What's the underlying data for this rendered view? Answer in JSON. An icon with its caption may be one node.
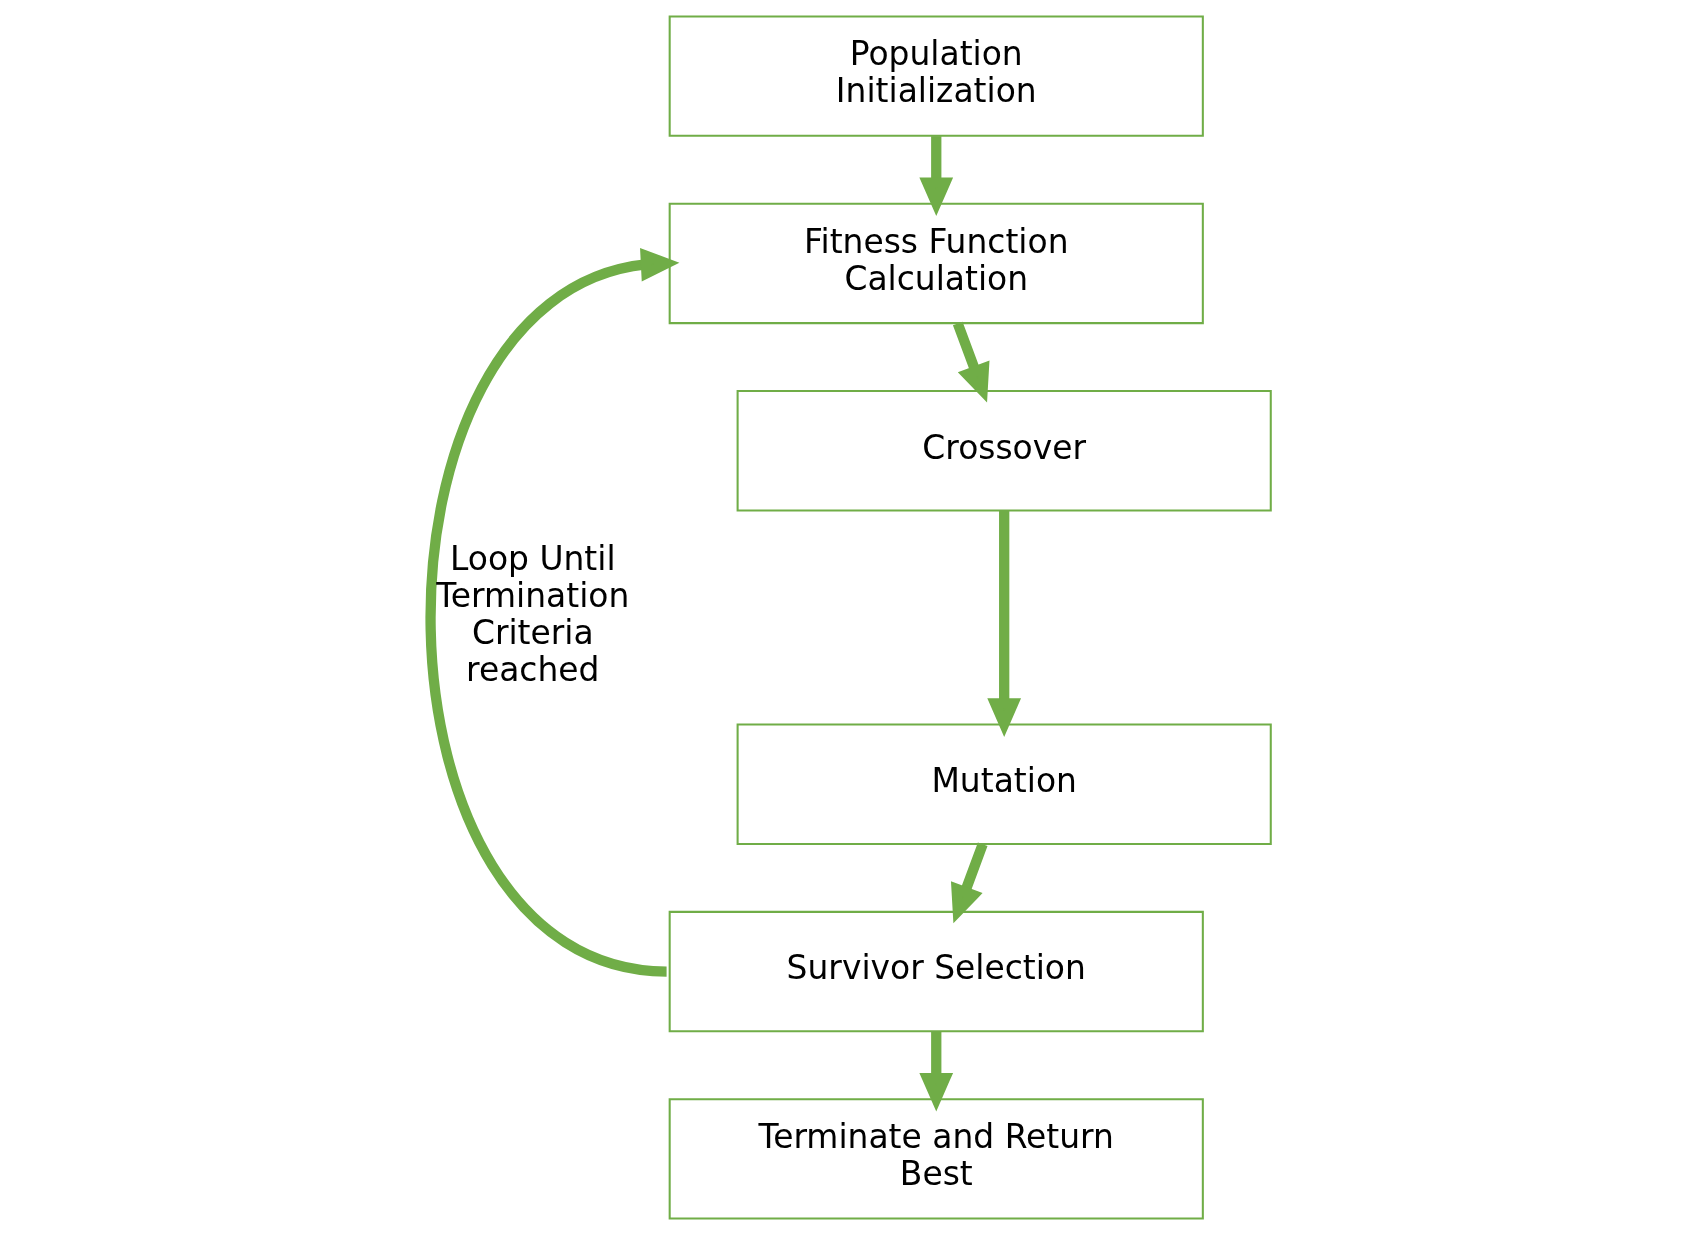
{
  "diagram": {
    "nodes": [
      {
        "text": [
          "Population Initialization"
        ]
      },
      {
        "text": [
          "Fitness Function Calculation"
        ]
      },
      {
        "text": [
          "Crossover"
        ]
      },
      {
        "text": [
          "Mutation"
        ]
      },
      {
        "text": [
          "Survivor Selection"
        ]
      },
      {
        "text": [
          "Terminate and Return Best"
        ]
      }
    ],
    "edges": [
      {
        "from": 0,
        "to": 1,
        "arrow": "to"
      },
      {
        "from": 1,
        "to": 2,
        "arrow": "to"
      },
      {
        "from": 2,
        "to": 3,
        "arrow": "to"
      },
      {
        "from": 3,
        "to": 4,
        "arrow": "to"
      },
      {
        "from": 4,
        "to": 5,
        "arrow": "to"
      },
      {
        "from": 4,
        "to": 1,
        "arrow": "to",
        "label": "Loop Until Termination Criteria reached"
      }
    ]
  }
}
